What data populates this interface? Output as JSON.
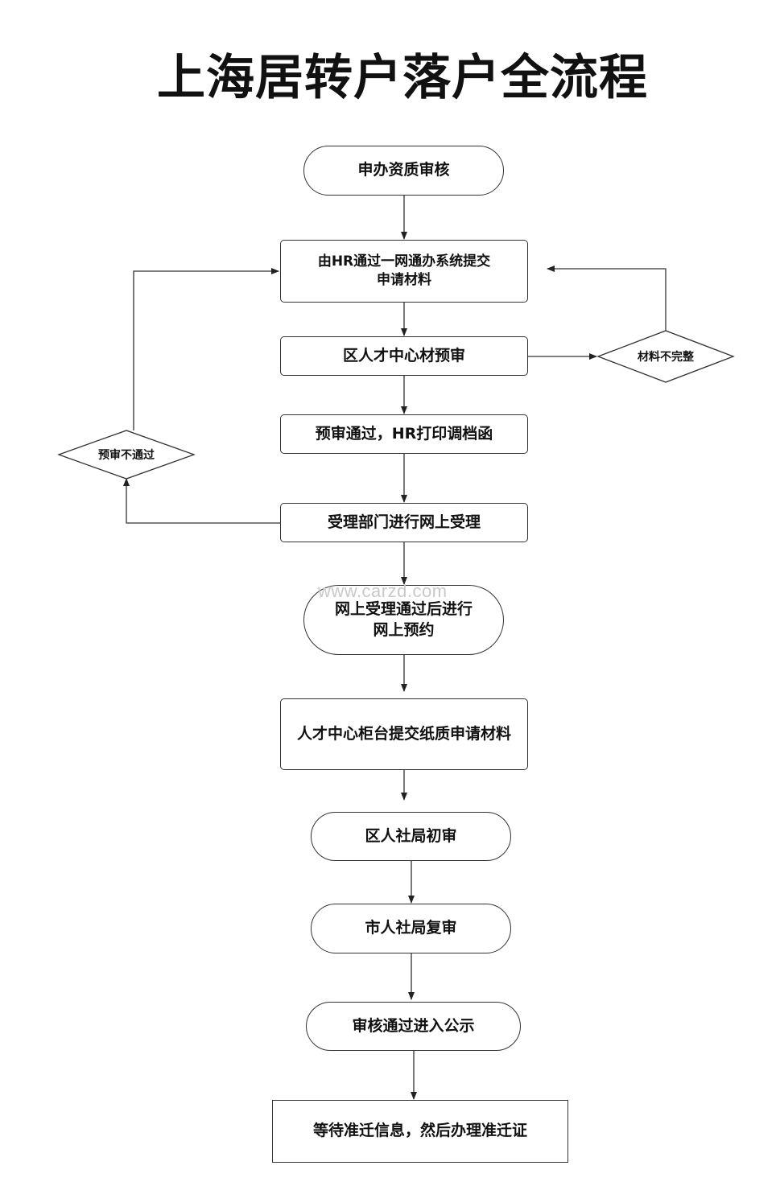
{
  "title": "上海居转户落户全流程",
  "nodes": {
    "n1": "申办资质审核",
    "n2": "由HR通过一网通办系统提交申请材料",
    "n3": "区人才中心材预审",
    "n4": "预审通过，HR打印调档函",
    "n5": "受理部门进行网上受理",
    "n6": "网上受理通过后进行网上预约",
    "n7": "人才中心柜台提交纸质申请材料",
    "n8": "区人社局初审",
    "n9": "市人社局复审",
    "n10": "审核通过进入公示",
    "n11": "等待准迁信息，然后办理准迁证"
  },
  "decisions": {
    "incomplete": "材料不完整",
    "rejected": "预审不通过"
  },
  "watermark": "www.carzd.com"
}
